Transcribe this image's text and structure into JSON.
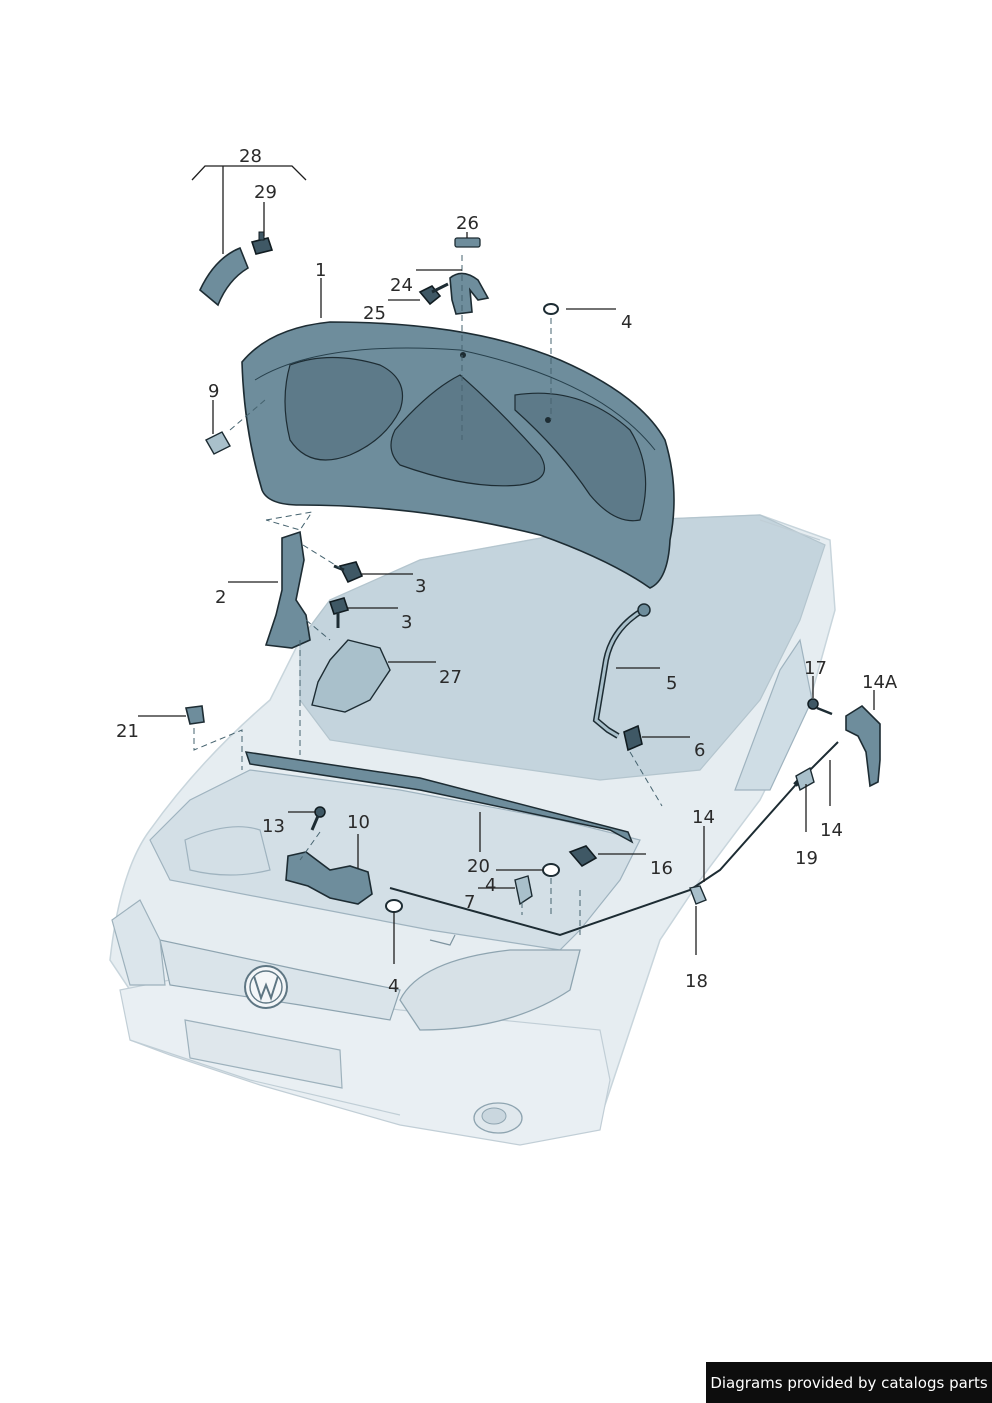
{
  "colors": {
    "part_fill": "#6e8d9c",
    "part_dark": "#3f5865",
    "body_shade": "#dfe8ee",
    "outline": "#1d2c33",
    "banner_bg": "#0d0d0d",
    "banner_text": "#ffffff"
  },
  "callouts": {
    "c28": "28",
    "c29": "29",
    "c26": "26",
    "c24": "24",
    "c1": "1",
    "c25": "25",
    "c4a": "4",
    "c9": "9",
    "c2": "2",
    "c3a": "3",
    "c3b": "3",
    "c27": "27",
    "c5": "5",
    "c6": "6",
    "c17": "17",
    "c14A": "14A",
    "c21": "21",
    "c13": "13",
    "c10": "10",
    "c14a": "14",
    "c14b": "14",
    "c19": "19",
    "c20": "20",
    "c16": "16",
    "c4b": "4",
    "c7": "7",
    "c18": "18",
    "c4c": "4"
  },
  "banner": {
    "text": "Diagrams provided by catalogs parts"
  }
}
